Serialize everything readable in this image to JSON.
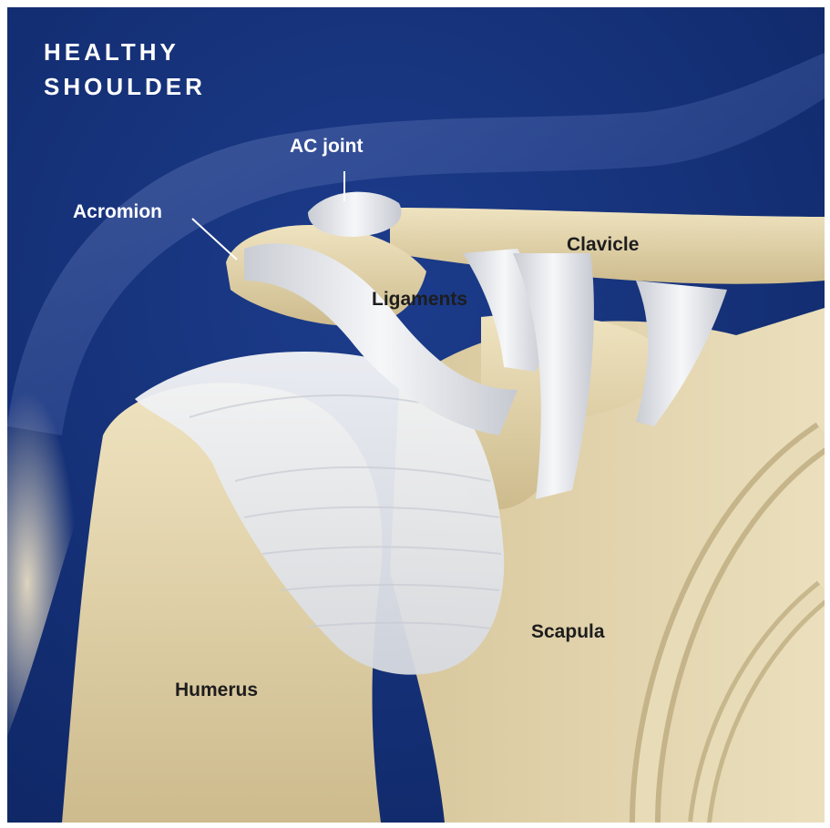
{
  "title": {
    "line1": "HEALTHY",
    "line2": "SHOULDER"
  },
  "labels": {
    "ac_joint": "AC joint",
    "acromion": "Acromion",
    "clavicle": "Clavicle",
    "ligaments": "Ligaments",
    "scapula": "Scapula",
    "humerus": "Humerus"
  },
  "colors": {
    "background": "#14317a",
    "bone": "#e2d4ae",
    "ligament": "#e6e8ec",
    "text_light": "#ffffff",
    "text_dark": "#1d1d1d"
  }
}
